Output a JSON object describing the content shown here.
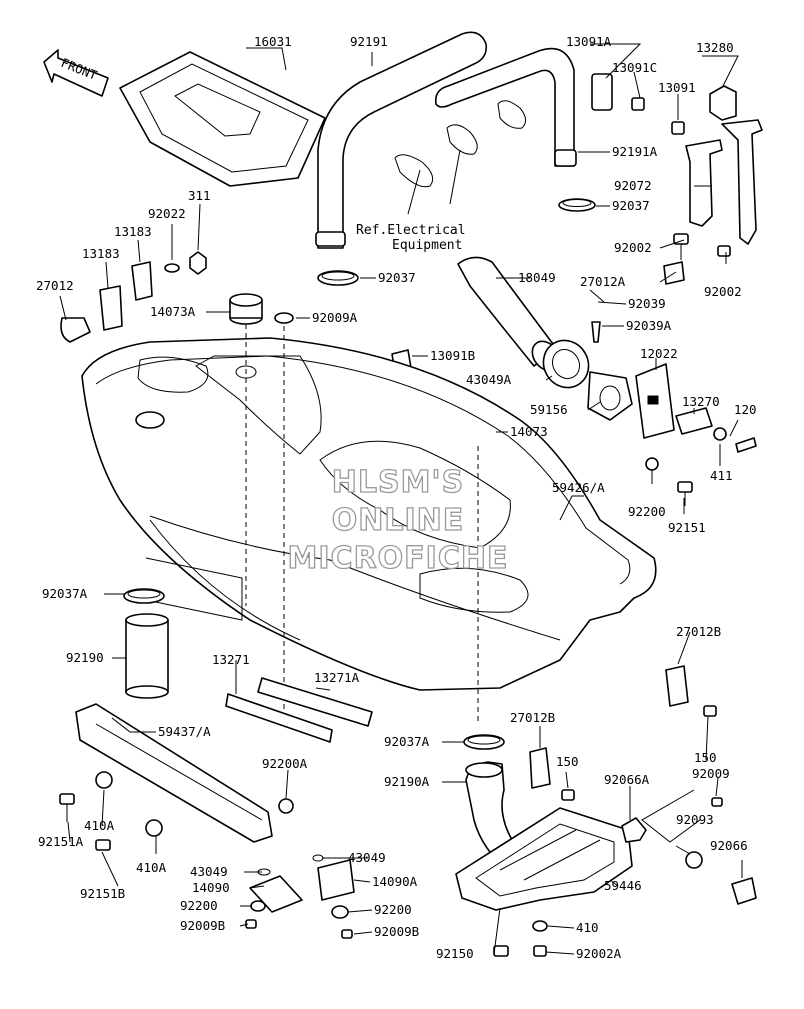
{
  "direction_label": "FRONT",
  "watermark": [
    "HLSM'S",
    "ONLINE",
    "MICROFICHE"
  ],
  "reference_note": [
    "Ref.Electrical",
    "Equipment"
  ],
  "part_labels": [
    "16031",
    "92191",
    "13091A",
    "13280",
    "13091C",
    "13091",
    "92191A",
    "92072",
    "92037",
    "311",
    "92022",
    "13183",
    "13183",
    "27012",
    "92002",
    "92002",
    "27012A",
    "18049",
    "92037",
    "92039",
    "14073A",
    "92009A",
    "92039A",
    "13091B",
    "12022",
    "13270",
    "43049A",
    "59156",
    "120",
    "14073",
    "411",
    "59426/A",
    "92200",
    "92151",
    "92037A",
    "92190",
    "27012B",
    "13271",
    "13271A",
    "150",
    "59437/A",
    "92200A",
    "92037A",
    "27012B",
    "150",
    "92009",
    "92190A",
    "92066A",
    "92093",
    "92066",
    "410A",
    "92151A",
    "410A",
    "92151B",
    "43049",
    "43049",
    "14090",
    "14090A",
    "92200",
    "92200",
    "92009B",
    "92009B",
    "59446",
    "410",
    "92150",
    "92002A"
  ]
}
